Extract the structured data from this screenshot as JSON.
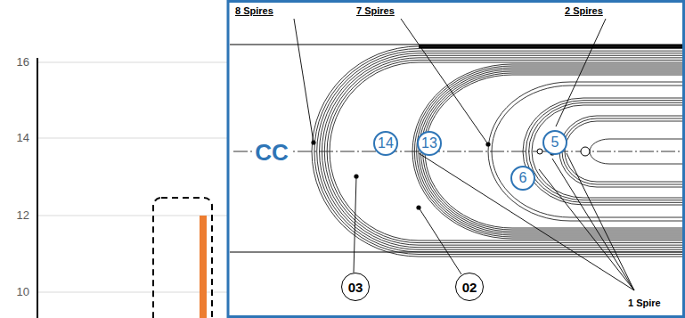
{
  "diagram": {
    "nodes": [
      {
        "text": [
          "14"
        ]
      },
      {
        "text": [
          "13"
        ]
      },
      {
        "text": [
          "5"
        ]
      },
      {
        "text": [
          "6"
        ]
      },
      {
        "text": [
          "03"
        ]
      },
      {
        "text": [
          "02"
        ]
      }
    ],
    "labels": [
      "16",
      "14",
      "12",
      "10",
      "8 Spires",
      "7 Spires",
      "2 Spires",
      "CC",
      "1 Spire"
    ]
  }
}
